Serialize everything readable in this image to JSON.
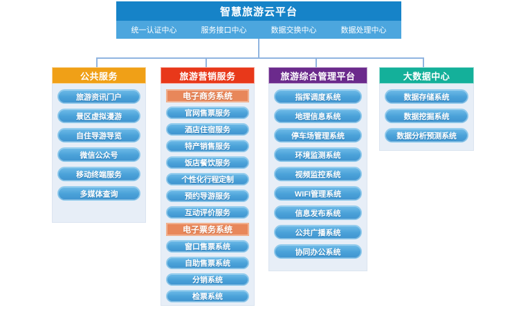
{
  "platform": {
    "title": "智慧旅游云平台",
    "centers": [
      "统一认证中心",
      "服务接口中心",
      "数据交换中心",
      "数据处理中心"
    ]
  },
  "columns": [
    {
      "header": "公共服务",
      "color": "#f0a017",
      "items": [
        "旅游资讯门户",
        "景区虚拟漫游",
        "自住导游导览",
        "微信公众号",
        "移动终端服务",
        "多媒体查询"
      ]
    },
    {
      "header": "旅游营销服务",
      "color": "#e8381a",
      "groups": [
        {
          "title": "电子商务系统",
          "color": "#e8875a",
          "items": [
            "官网售票服务",
            "酒店住宿服务",
            "特产销售服务",
            "饭店餐饮服务",
            "个性化行程定制",
            "预约导游服务",
            "互动评价服务"
          ]
        },
        {
          "title": "电子票务系统",
          "color": "#e8875a",
          "items": [
            "窗口售票系统",
            "自助售票系统",
            "分销系统",
            "检票系统"
          ]
        }
      ]
    },
    {
      "header": "旅游综合管理平台",
      "color": "#6b2a8c",
      "items": [
        "指挥调度系统",
        "地理信息系统",
        "停车场管理系统",
        "环境监测系统",
        "视频监控系统",
        "WIFI管理系统",
        "信息发布系统",
        "公共广播系统",
        "协同办公系统"
      ]
    },
    {
      "header": "大数据中心",
      "color": "#14b09a",
      "items": [
        "数据存储系统",
        "数据挖掘系统",
        "数据分析预测系统"
      ]
    }
  ],
  "connector": {
    "color": "#8fb4e0"
  }
}
